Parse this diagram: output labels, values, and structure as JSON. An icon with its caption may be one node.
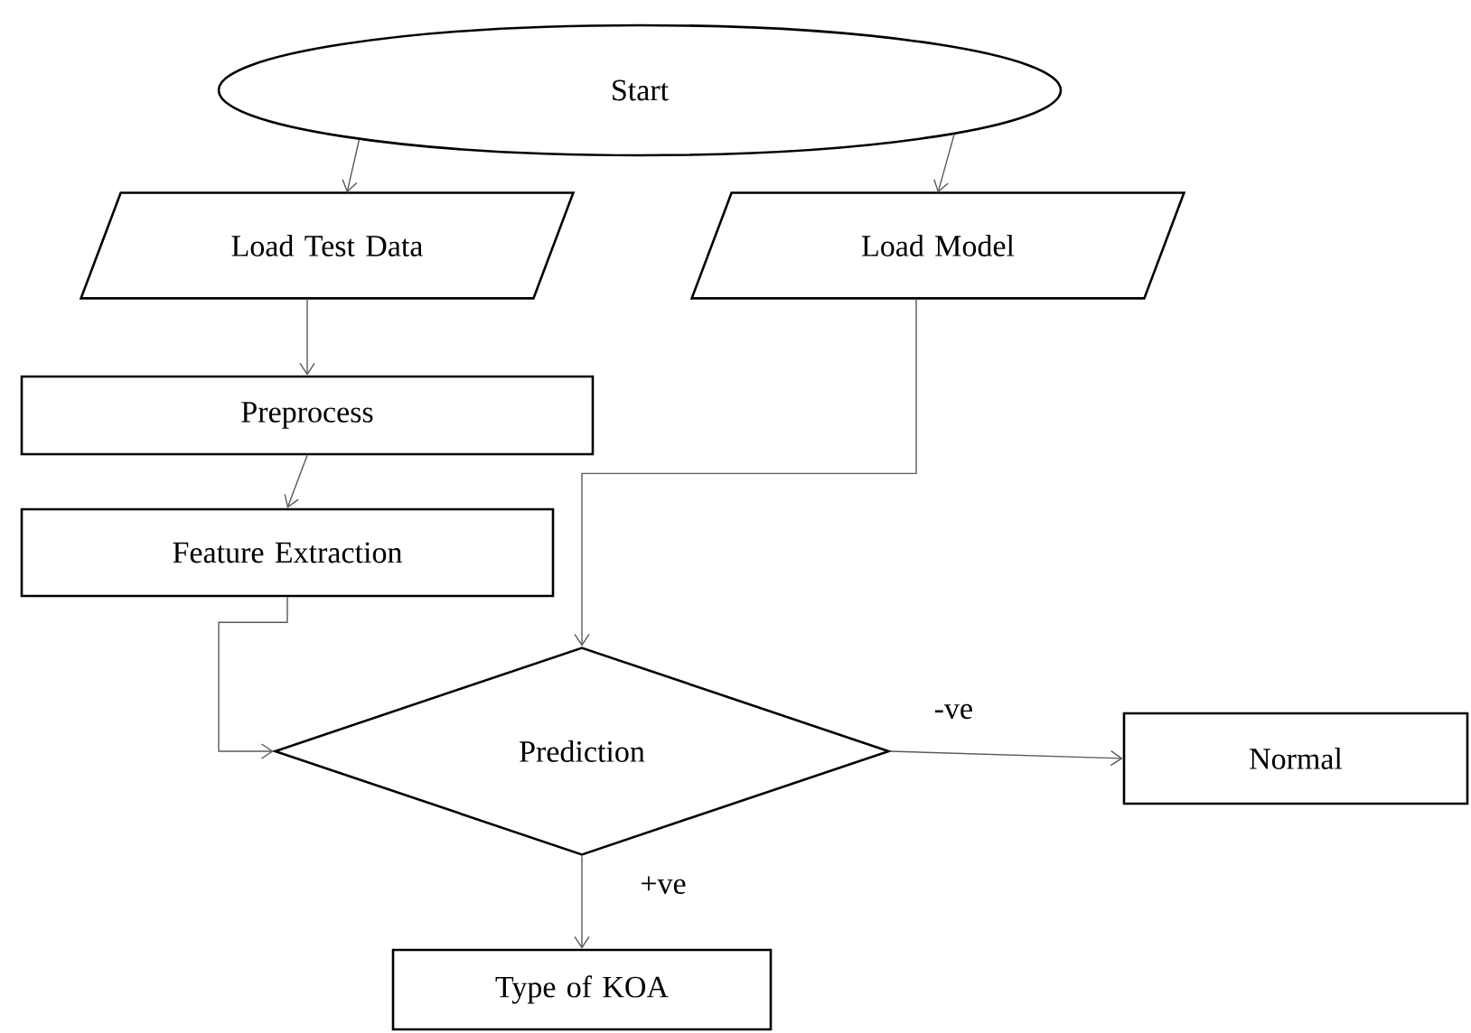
{
  "diagram": {
    "nodes": [
      {
        "text": [
          "Start"
        ]
      },
      {
        "text": [
          "Load Test Data"
        ]
      },
      {
        "text": [
          "Load Model"
        ]
      },
      {
        "text": [
          "Preprocess"
        ]
      },
      {
        "text": [
          "Feature Extraction"
        ]
      },
      {
        "text": [
          "Prediction"
        ]
      },
      {
        "text": [
          "Normal"
        ]
      },
      {
        "text": [
          "Type of KOA"
        ]
      }
    ],
    "edges": [
      {
        "from": 0,
        "to": 1,
        "arrow": "to"
      },
      {
        "from": 0,
        "to": 2,
        "arrow": "to"
      },
      {
        "from": 1,
        "to": 3,
        "arrow": "to"
      },
      {
        "from": 3,
        "to": 4,
        "arrow": "to"
      },
      {
        "from": 4,
        "to": 5,
        "arrow": "to"
      },
      {
        "from": 2,
        "to": 5,
        "arrow": "to"
      },
      {
        "from": 5,
        "to": 6,
        "arrow": "to",
        "label": "-ve"
      },
      {
        "from": 5,
        "to": 7,
        "arrow": "to",
        "label": "+ve"
      }
    ]
  }
}
